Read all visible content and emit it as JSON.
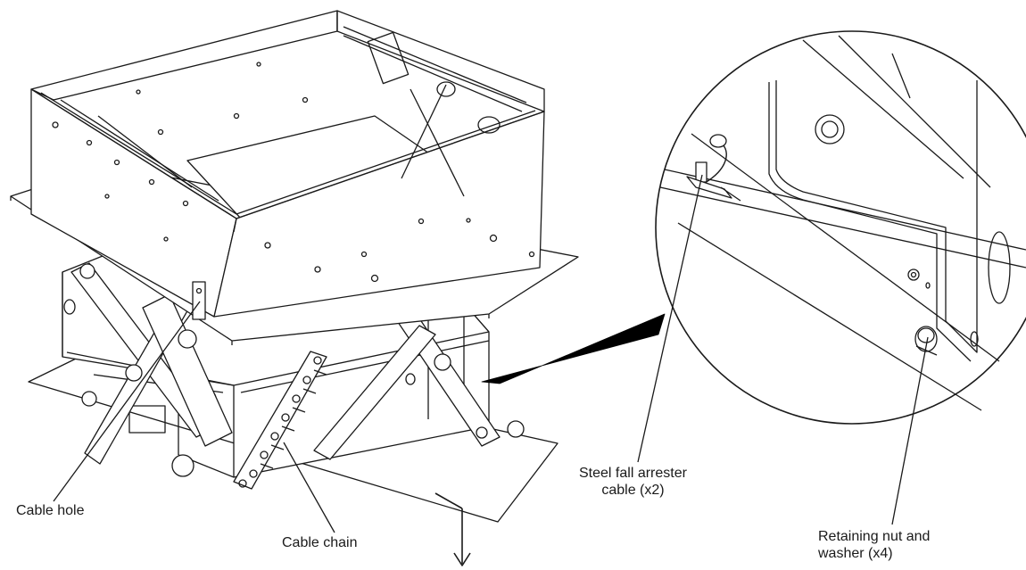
{
  "callouts": {
    "cable_hole": "Cable hole",
    "cable_chain": "Cable chain",
    "steel_cable_line1": "Steel fall arrester",
    "steel_cable_line2": "cable (x2)",
    "nut_washer_line1": "Retaining nut and",
    "nut_washer_line2": "washer (x4)"
  },
  "colors": {
    "stroke": "#1a1a1a",
    "background": "#ffffff",
    "zoom_wedge": "#000000"
  },
  "icons": {
    "direction_arrow": "arrow-down-icon"
  }
}
